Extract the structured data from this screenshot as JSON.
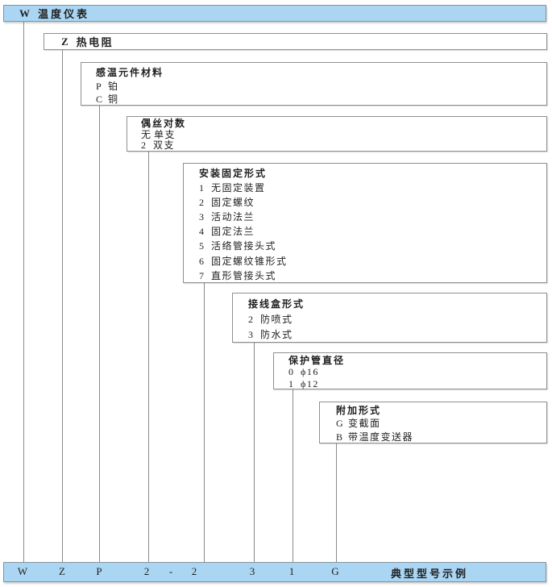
{
  "series": {
    "code": "W",
    "label": "温度仪表"
  },
  "sensor_type": {
    "code": "Z",
    "label": "热电阻"
  },
  "element_material": {
    "title": "感温元件材料",
    "items": [
      {
        "code": "P",
        "label": "铂"
      },
      {
        "code": "C",
        "label": "铜"
      }
    ]
  },
  "wire_pairs": {
    "title": "偶丝对数",
    "items": [
      {
        "code": "无",
        "label": "单支"
      },
      {
        "code": "2",
        "label": "双支"
      }
    ]
  },
  "mounting": {
    "title": "安装固定形式",
    "items": [
      {
        "code": "1",
        "label": "无固定装置"
      },
      {
        "code": "2",
        "label": "固定螺纹"
      },
      {
        "code": "3",
        "label": "活动法兰"
      },
      {
        "code": "4",
        "label": "固定法兰"
      },
      {
        "code": "5",
        "label": "活络管接头式"
      },
      {
        "code": "6",
        "label": "固定螺纹锥形式"
      },
      {
        "code": "7",
        "label": "直形管接头式"
      }
    ]
  },
  "junction_box": {
    "title": "接线盒形式",
    "items": [
      {
        "code": "2",
        "label": "防喷式"
      },
      {
        "code": "3",
        "label": "防水式"
      }
    ]
  },
  "tube_diameter": {
    "title": "保护管直径",
    "items": [
      {
        "code": "0",
        "label": "ϕ16"
      },
      {
        "code": "1",
        "label": "ϕ12"
      }
    ]
  },
  "extra_form": {
    "title": "附加形式",
    "items": [
      {
        "code": "G",
        "label": "变截面"
      },
      {
        "code": "B",
        "label": "带温度变送器"
      }
    ]
  },
  "example": {
    "codes": [
      "W",
      "Z",
      "P",
      "2",
      "-",
      "2",
      "3",
      "1",
      "G"
    ],
    "caption": "典型型号示例"
  },
  "colors": {
    "bar_fill": "#aad6f3",
    "border": "#8a8a8a",
    "text": "#1f1f1f"
  }
}
